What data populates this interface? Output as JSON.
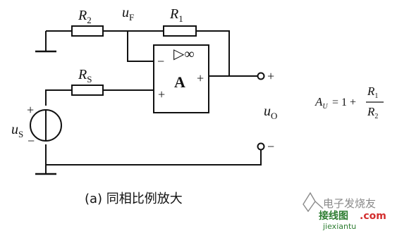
{
  "diagram": {
    "caption": "(a) 同相比例放大",
    "resistors": {
      "r2": {
        "letter": "R",
        "sub": "2"
      },
      "r1": {
        "letter": "R",
        "sub": "1"
      },
      "rs": {
        "letter": "R",
        "sub": "S"
      }
    },
    "node_uf": {
      "letter": "u",
      "sub": "F"
    },
    "source_us": {
      "letter": "u",
      "sub": "S"
    },
    "output_uo": {
      "letter": "u",
      "sub": "O"
    },
    "opamp": {
      "gain_symbol": "▷∞",
      "name": "A",
      "inverting_sign": "−",
      "noninverting_sign": "+",
      "output_sign": "+"
    },
    "source_plus": "+",
    "source_minus": "−",
    "terminal_plus": "+",
    "terminal_minus": "−",
    "formula": {
      "lhs_letter": "A",
      "lhs_sub": "U",
      "equals_one_plus": "= 1 +",
      "num_letter": "R",
      "num_sub": "1",
      "den_letter": "R",
      "den_sub": "2"
    }
  },
  "watermark": {
    "line1": "电子发烧友",
    "line2": "接线图",
    "line3": "jiexiantu",
    "line4": ".com"
  }
}
